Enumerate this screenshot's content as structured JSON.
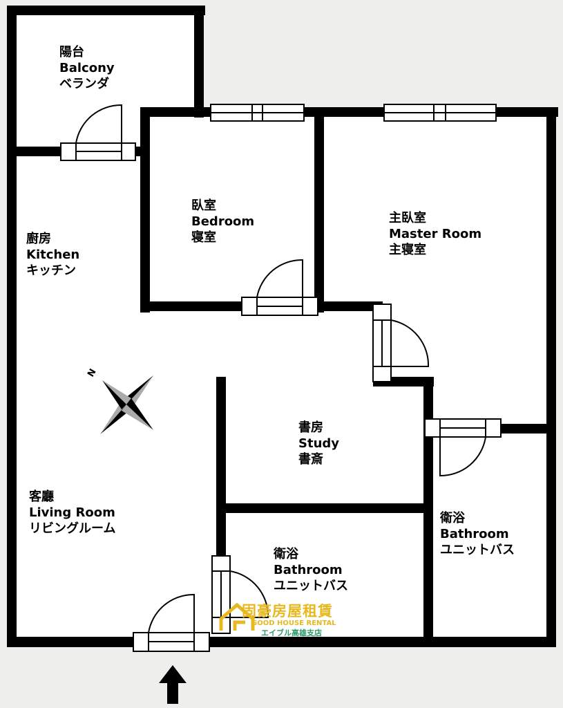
{
  "rooms": {
    "balcony": {
      "zh": "陽台",
      "en": "Balcony",
      "jp": "ベランダ"
    },
    "bedroom": {
      "zh": "臥室",
      "en": "Bedroom",
      "jp": "寝室"
    },
    "master": {
      "zh": "主臥室",
      "en": "Master Room",
      "jp": "主寝室"
    },
    "kitchen": {
      "zh": "廚房",
      "en": "Kitchen",
      "jp": "キッチン"
    },
    "study": {
      "zh": "書房",
      "en": "Study",
      "jp": "書斎"
    },
    "living": {
      "zh": "客廳",
      "en": "Living Room",
      "jp": "リビングルーム"
    },
    "bath1": {
      "zh": "衛浴",
      "en": "Bathroom",
      "jp": "ユニットバス"
    },
    "bath2": {
      "zh": "衛浴",
      "en": "Bathroom",
      "jp": "ユニットバス"
    }
  },
  "compass": {
    "label": "N"
  },
  "logo": {
    "zh": "固豪房屋租賃",
    "en": "GOOD HOUSE RENTAL",
    "jp": "エイブル高雄支店"
  },
  "colors": {
    "wall": "#000000",
    "bg": "#eeeeec",
    "logo": "#e8b820",
    "logo_jp": "#2a9a6a"
  }
}
